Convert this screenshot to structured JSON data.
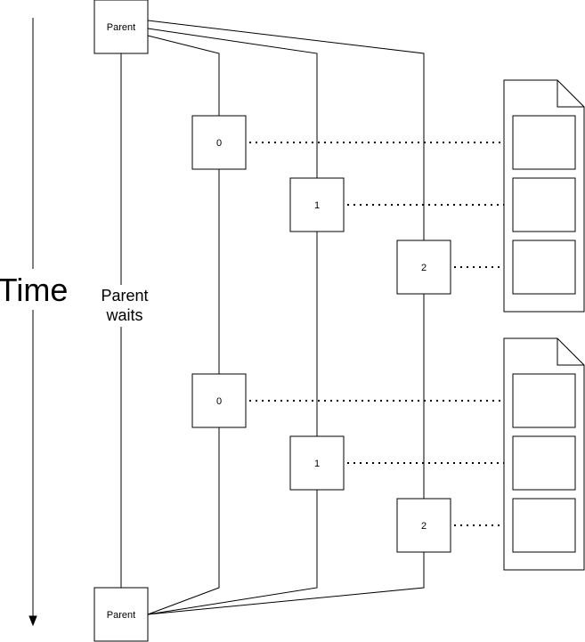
{
  "time_label": "Time",
  "parent_waits_label": {
    "line1": "Parent",
    "line2": "waits"
  },
  "parent_top_label": "Parent",
  "parent_bottom_label": "Parent",
  "first_round": {
    "child_0": "0",
    "child_1": "1",
    "child_2": "2"
  },
  "second_round": {
    "child_0": "0",
    "child_1": "1",
    "child_2": "2"
  }
}
